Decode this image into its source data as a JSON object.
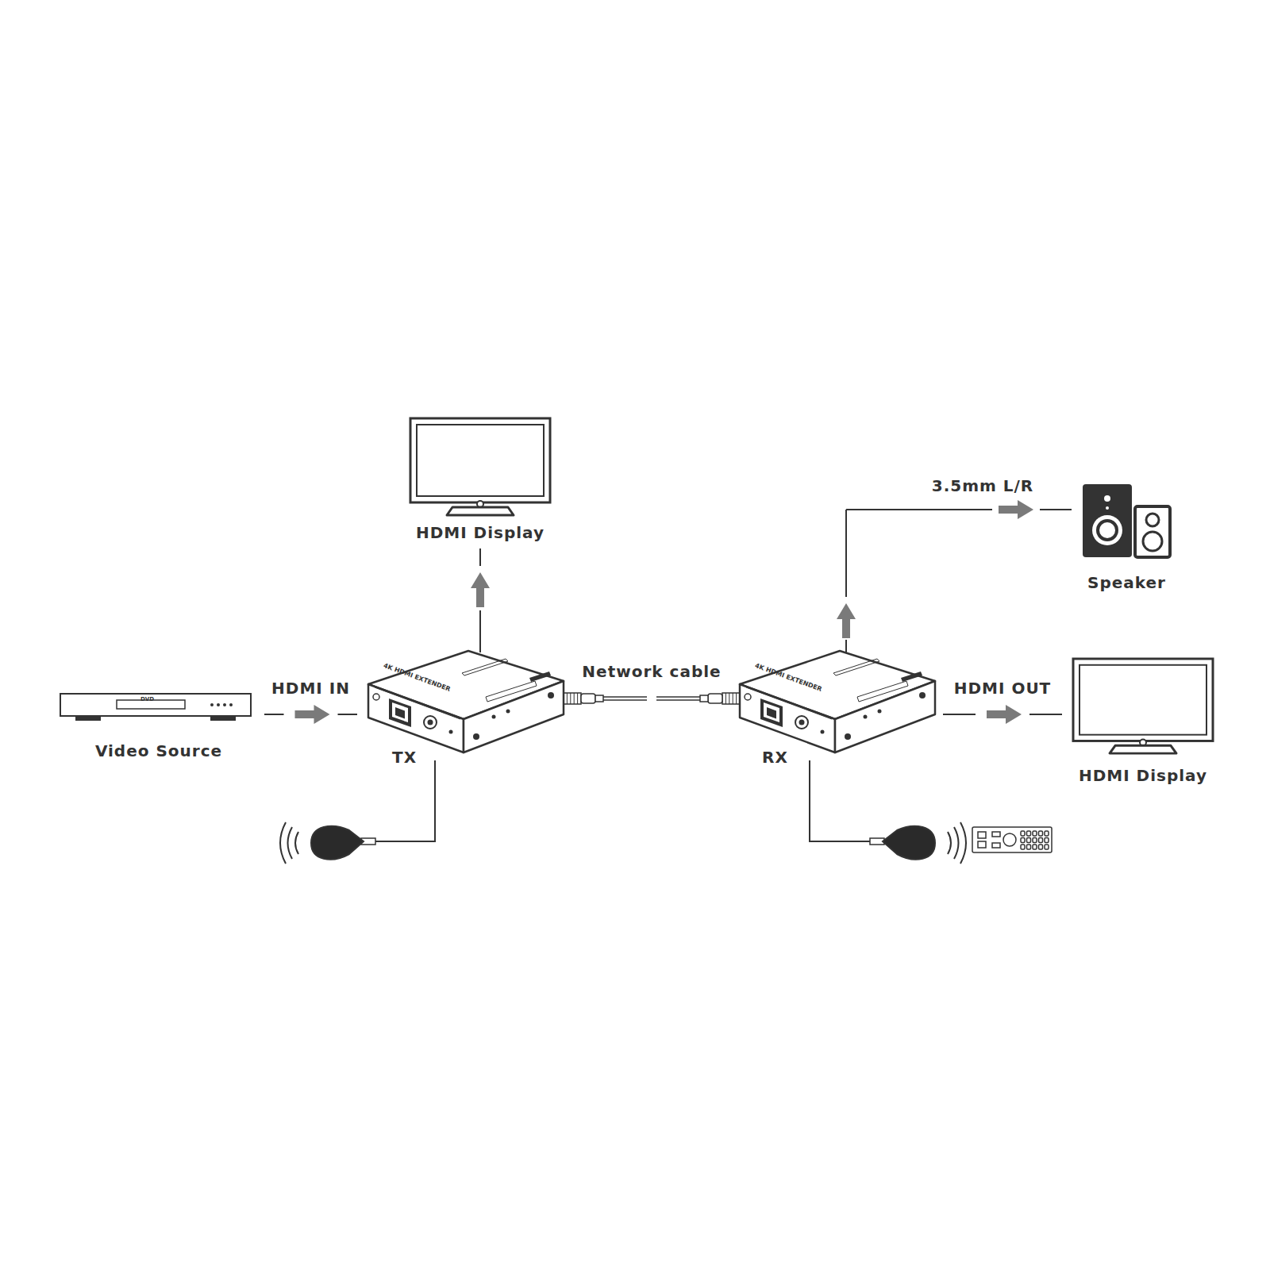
{
  "diagram": {
    "nodes": [
      {
        "text": [
          "Video Source"
        ]
      },
      {
        "text": [
          "TX"
        ]
      },
      {
        "text": [
          "HDMI Display"
        ]
      },
      {
        "text": [
          "RX"
        ]
      },
      {
        "text": [
          "Speaker"
        ]
      },
      {
        "text": [
          "HDMI Display"
        ]
      }
    ],
    "edges": [
      {
        "from": 0,
        "to": 1,
        "label": "HDMI IN",
        "arrow": "to"
      },
      {
        "from": 1,
        "to": 2,
        "arrow": "to"
      },
      {
        "from": 1,
        "to": 3,
        "label": "Network cable",
        "arrow": "none"
      },
      {
        "from": 3,
        "to": 4,
        "label": "3.5mm L/R",
        "arrow": "to"
      },
      {
        "from": 3,
        "to": 5,
        "label": "HDMI OUT",
        "arrow": "to"
      }
    ],
    "labels": [
      "DVD",
      "4K HDMI EXTENDER",
      "4K HDMI EXTENDER"
    ]
  }
}
